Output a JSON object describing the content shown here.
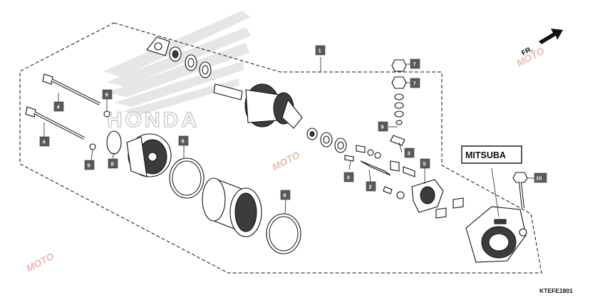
{
  "diagram": {
    "brand_mark": "HONDA",
    "manufacturer_label": "MITSUBA",
    "diagram_code": "KTEFE1801",
    "direction_label": "FR.",
    "callouts": [
      "1",
      "7",
      "7",
      "9",
      "4",
      "4",
      "9",
      "8",
      "6",
      "6",
      "9",
      "3",
      "3",
      "3",
      "2",
      "5",
      "10"
    ],
    "watermark_text": "MOTO"
  }
}
